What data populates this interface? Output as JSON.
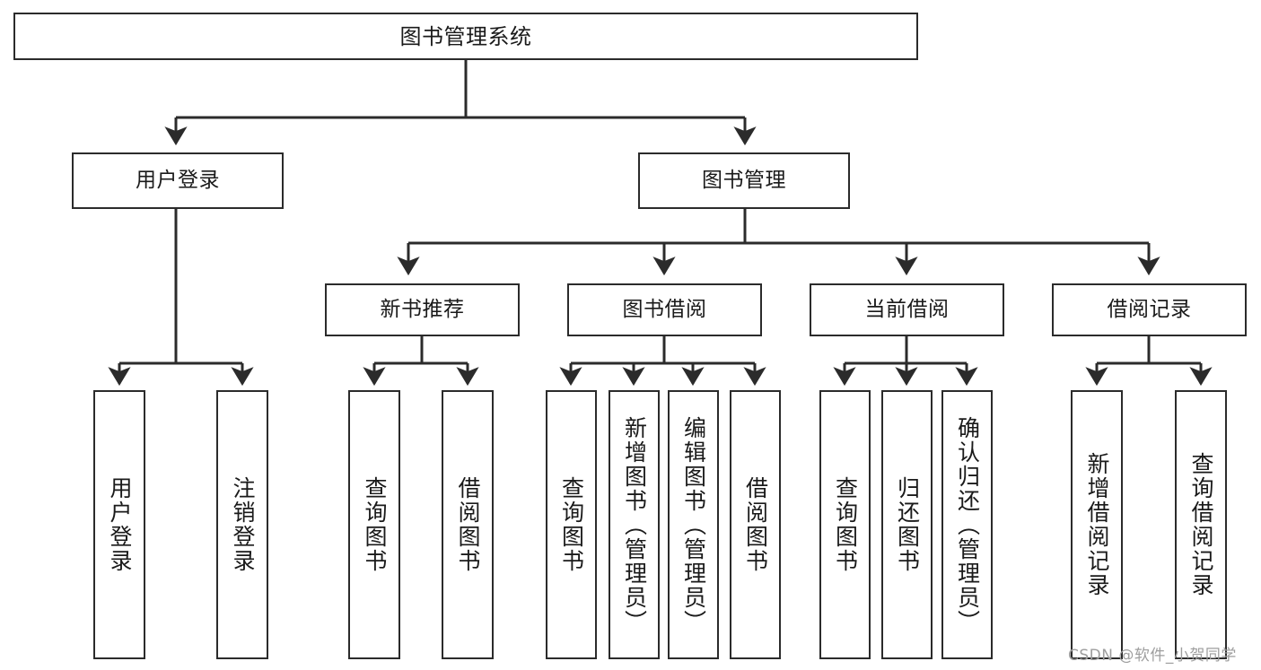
{
  "diagram": {
    "title": "图书管理系统",
    "type": "tree-hierarchy",
    "root": {
      "label": "图书管理系统"
    },
    "level2": [
      {
        "label": "用户登录"
      },
      {
        "label": "图书管理"
      }
    ],
    "level3": [
      {
        "label": "新书推荐"
      },
      {
        "label": "图书借阅"
      },
      {
        "label": "当前借阅"
      },
      {
        "label": "借阅记录"
      }
    ],
    "leaves": {
      "user_login": [
        {
          "label": "用户登录"
        },
        {
          "label": "注销登录"
        }
      ],
      "new_book_recommend": [
        {
          "label": "查询图书"
        },
        {
          "label": "借阅图书"
        }
      ],
      "book_borrow": [
        {
          "label": "查询图书"
        },
        {
          "label": "新增图书（管理员）"
        },
        {
          "label": "编辑图书（管理员）"
        },
        {
          "label": "借阅图书"
        }
      ],
      "current_borrow": [
        {
          "label": "查询图书"
        },
        {
          "label": "归还图书"
        },
        {
          "label": "确认归还（管理员）"
        }
      ],
      "borrow_record": [
        {
          "label": "新增借阅记录"
        },
        {
          "label": "查询借阅记录"
        }
      ]
    }
  },
  "watermark": {
    "text": "CSDN @软件_小贺同学"
  },
  "colors": {
    "stroke": "#2b2b2b",
    "background": "#ffffff",
    "text": "#1a1a1a",
    "watermark": "#9e9e9e"
  }
}
